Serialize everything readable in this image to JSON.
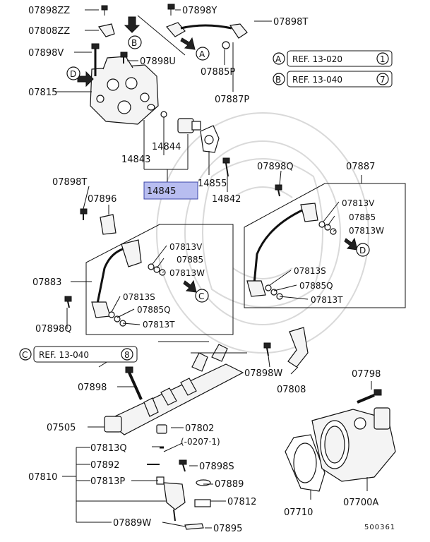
{
  "parts": {
    "p07898ZZ": "07898ZZ",
    "p07808ZZ": "07808ZZ",
    "p07898Y": "07898Y",
    "p07898T_top": "07898T",
    "p07898V": "07898V",
    "p07898U": "07898U",
    "p07885P": "07885P",
    "p07815": "07815",
    "p07887P": "07887P",
    "p14844": "14844",
    "p14843": "14843",
    "p14845": "14845",
    "p14855": "14855",
    "p14842": "14842",
    "p07898Q_right": "07898Q",
    "p07887": "07887",
    "p07898T_left": "07898T",
    "p07896": "07896",
    "p07813V_right": "07813V",
    "p07885_right": "07885",
    "p07813W_right": "07813W",
    "p07813V_left": "07813V",
    "p07885_left": "07885",
    "p07813W_left": "07813W",
    "p07883": "07883",
    "p07813S_right": "07813S",
    "p07885Q_right": "07885Q",
    "p07813T_right": "07813T",
    "p07813S_left": "07813S",
    "p07885Q_left": "07885Q",
    "p07813T_left": "07813T",
    "p07898Q_left": "07898Q",
    "p07898W": "07898W",
    "p07808": "07808",
    "p07798": "07798",
    "p07898": "07898",
    "p07505": "07505",
    "p07802": "07802",
    "p07802_note": "(-0207·1)",
    "p07813Q": "07813Q",
    "p07892": "07892",
    "p07898S": "07898S",
    "p07810": "07810",
    "p07813P": "07813P",
    "p07889": "07889",
    "p07812": "07812",
    "p07710": "07710",
    "p07700A": "07700A",
    "p07889W": "07889W",
    "p07895": "07895"
  },
  "markers": {
    "A": "A",
    "B": "B",
    "C": "C",
    "D": "D"
  },
  "refs": {
    "refA": {
      "marker": "A",
      "text": "REF. 13-020",
      "num": "1"
    },
    "refB": {
      "marker": "B",
      "text": "REF. 13-040",
      "num": "7"
    },
    "refC": {
      "marker": "C",
      "text": "REF. 13-040",
      "num": "8"
    }
  },
  "diagram_id": "500361",
  "colors": {
    "highlight_fill": "#b8bdf0",
    "highlight_stroke": "#3d46a8",
    "watermark": "#d9d9d9"
  }
}
